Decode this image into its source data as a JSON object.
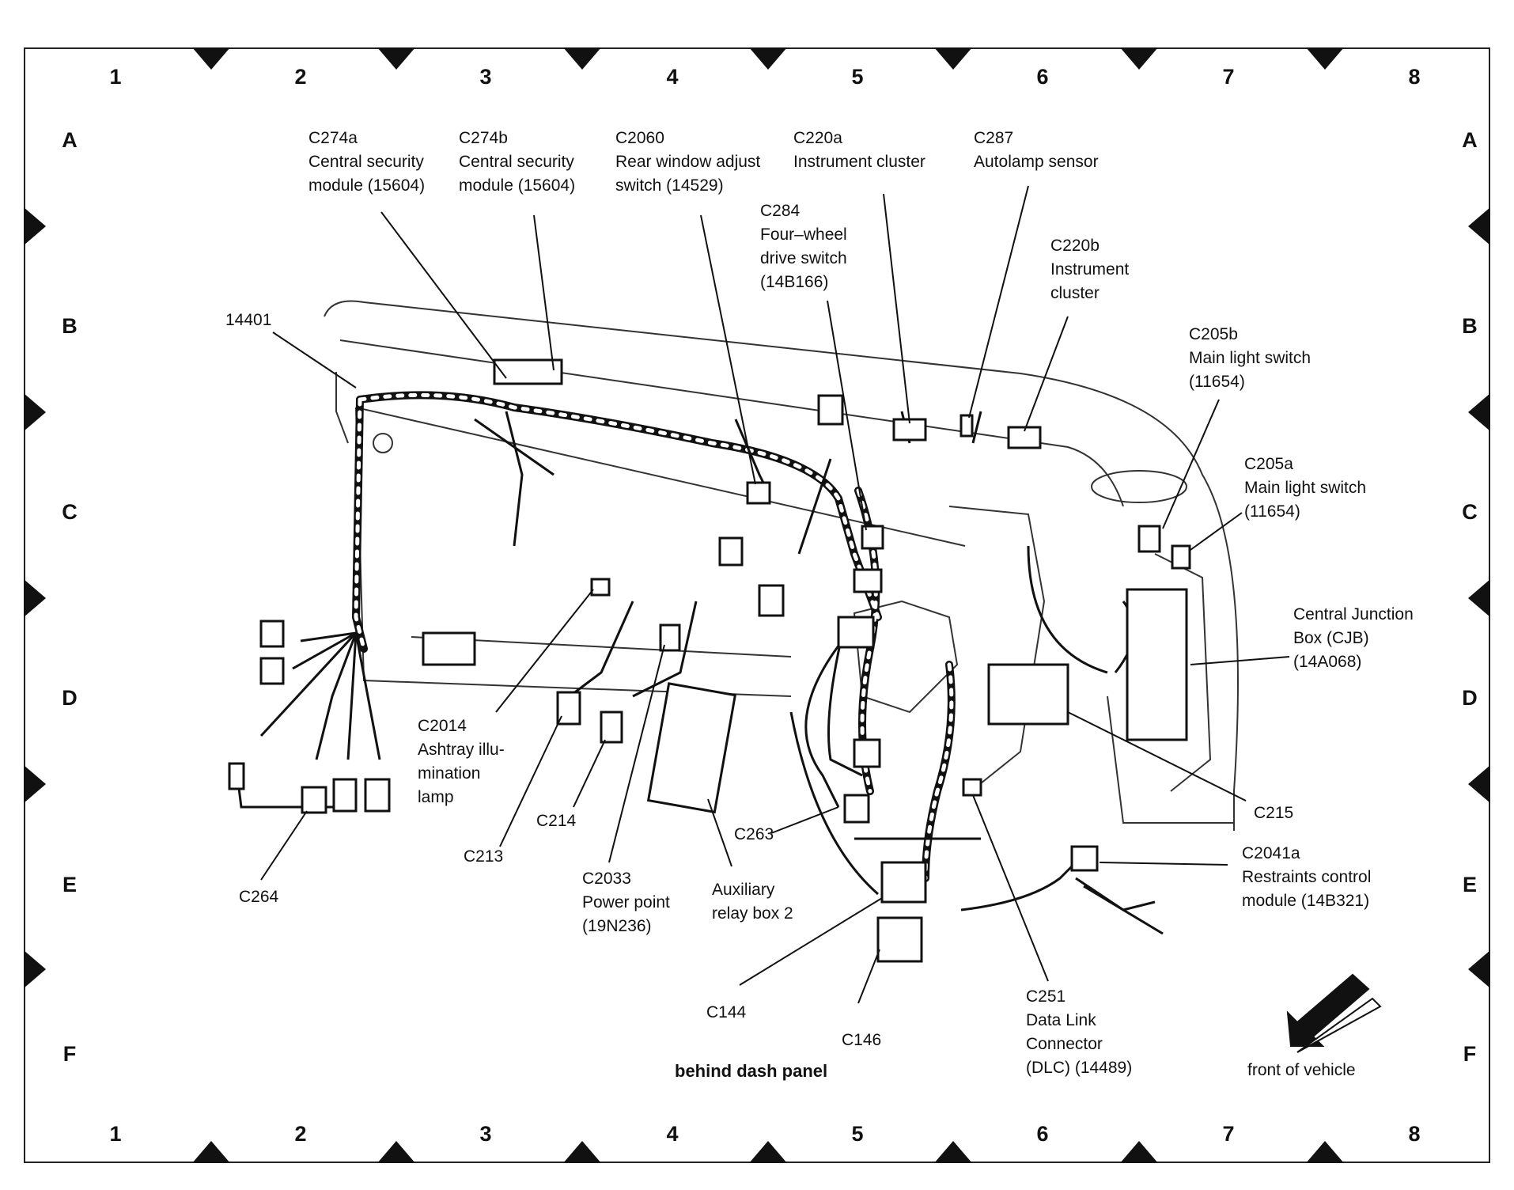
{
  "columns": [
    "1",
    "2",
    "3",
    "4",
    "5",
    "6",
    "7",
    "8"
  ],
  "rows": [
    "A",
    "B",
    "C",
    "D",
    "E",
    "F"
  ],
  "caption": "behind dash panel",
  "front_label": "front of vehicle",
  "callouts": [
    {
      "id": "c274a",
      "lines": [
        "C274a",
        "Central security",
        "module (15604)"
      ]
    },
    {
      "id": "c274b",
      "lines": [
        "C274b",
        "Central security",
        "module (15604)"
      ]
    },
    {
      "id": "c2060",
      "lines": [
        "C2060",
        "Rear window adjust",
        "switch (14529)"
      ]
    },
    {
      "id": "c220a",
      "lines": [
        "C220a",
        "Instrument cluster"
      ]
    },
    {
      "id": "c287",
      "lines": [
        "C287",
        "Autolamp sensor"
      ]
    },
    {
      "id": "c284",
      "lines": [
        "C284",
        "Four–wheel",
        "drive switch",
        "(14B166)"
      ]
    },
    {
      "id": "c220b",
      "lines": [
        "C220b",
        "Instrument",
        "cluster"
      ]
    },
    {
      "id": "c205b",
      "lines": [
        "C205b",
        "Main light switch",
        "(11654)"
      ]
    },
    {
      "id": "c205a",
      "lines": [
        "C205a",
        "Main light switch",
        "(11654)"
      ]
    },
    {
      "id": "cjb",
      "lines": [
        "Central Junction",
        "Box (CJB)",
        "(14A068)"
      ]
    },
    {
      "id": "n14401",
      "lines": [
        "14401"
      ]
    },
    {
      "id": "c2014",
      "lines": [
        "C2014",
        "Ashtray illu-",
        "mination",
        "lamp"
      ]
    },
    {
      "id": "c213",
      "lines": [
        "C213"
      ]
    },
    {
      "id": "c214",
      "lines": [
        "C214"
      ]
    },
    {
      "id": "c264",
      "lines": [
        "C264"
      ]
    },
    {
      "id": "c2033",
      "lines": [
        "C2033",
        "Power point",
        "(19N236)"
      ]
    },
    {
      "id": "aux",
      "lines": [
        "Auxiliary",
        "relay box 2"
      ]
    },
    {
      "id": "c263",
      "lines": [
        "C263"
      ]
    },
    {
      "id": "c144",
      "lines": [
        "C144"
      ]
    },
    {
      "id": "c146",
      "lines": [
        "C146"
      ]
    },
    {
      "id": "c251",
      "lines": [
        "C251",
        "Data Link",
        "Connector",
        "(DLC) (14489)"
      ]
    },
    {
      "id": "c215",
      "lines": [
        "C215"
      ]
    },
    {
      "id": "c2041a",
      "lines": [
        "C2041a",
        "Restraints control",
        "module (14B321)"
      ]
    }
  ]
}
